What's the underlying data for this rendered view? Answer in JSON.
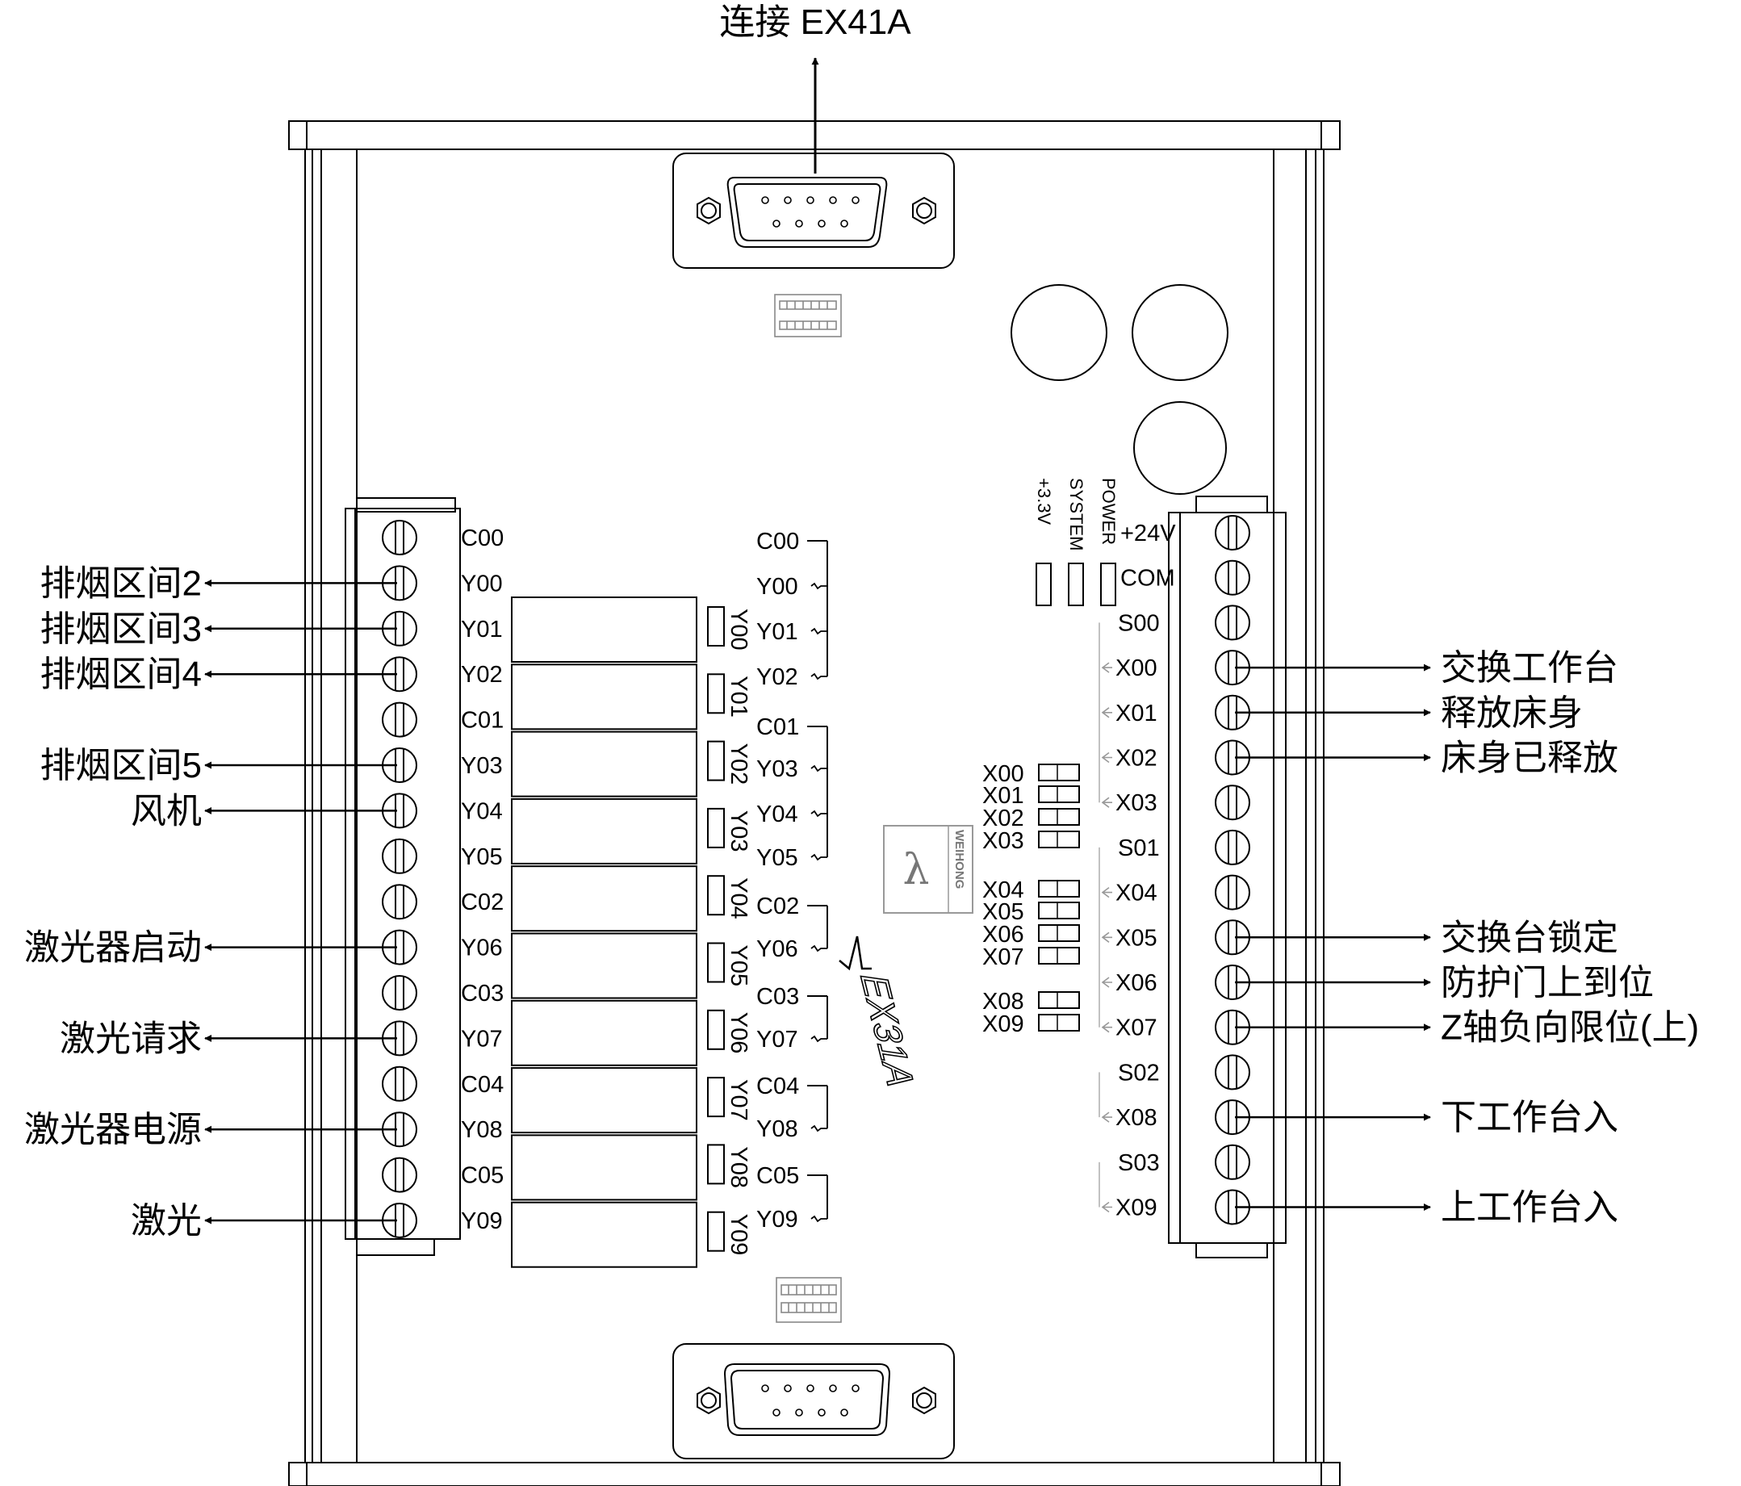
{
  "top_label": "连接 EX41A",
  "led_labels": [
    "+3.3V",
    "SYSTEM",
    "POWER"
  ],
  "brand_text": "WEIHONG",
  "model_text": "EX31A",
  "left_terminal_labels": [
    "C00",
    "Y00",
    "Y01",
    "Y02",
    "C01",
    "Y03",
    "Y04",
    "Y05",
    "C02",
    "Y06",
    "C03",
    "Y07",
    "C04",
    "Y08",
    "C05",
    "Y09"
  ],
  "left_annotations": [
    {
      "text": "排烟区间2"
    },
    {
      "text": "排烟区间3"
    },
    {
      "text": "排烟区间4"
    },
    {
      "text": "排烟区间5"
    },
    {
      "text": "风机"
    },
    {
      "text": "激光器启动"
    },
    {
      "text": "激光请求"
    },
    {
      "text": "激光器电源"
    },
    {
      "text": "激光"
    }
  ],
  "relay_led_labels": [
    "Y00",
    "Y01",
    "Y02",
    "Y03",
    "Y04",
    "Y05",
    "Y06",
    "Y07",
    "Y08",
    "Y09"
  ],
  "schematic_labels": [
    "C00",
    "Y00",
    "Y01",
    "Y02",
    "C01",
    "Y03",
    "Y04",
    "Y05",
    "C02",
    "Y06",
    "C03",
    "Y07",
    "C04",
    "Y08",
    "C05",
    "Y09"
  ],
  "input_led_labels": [
    "X00",
    "X01",
    "X02",
    "X03",
    "X04",
    "X05",
    "X06",
    "X07",
    "X08",
    "X09"
  ],
  "right_terminal_labels": [
    "+24V",
    "COM",
    "S00",
    "X00",
    "X01",
    "X02",
    "X03",
    "S01",
    "X04",
    "X05",
    "X06",
    "X07",
    "S02",
    "X08",
    "S03",
    "X09"
  ],
  "right_annotations": [
    {
      "text": "交换工作台"
    },
    {
      "text": "释放床身"
    },
    {
      "text": "床身已释放"
    },
    {
      "text": "交换台锁定"
    },
    {
      "text": "防护门上到位"
    },
    {
      "text": "Z轴负向限位(上)"
    },
    {
      "text": "下工作台入"
    },
    {
      "text": "上工作台入"
    }
  ]
}
